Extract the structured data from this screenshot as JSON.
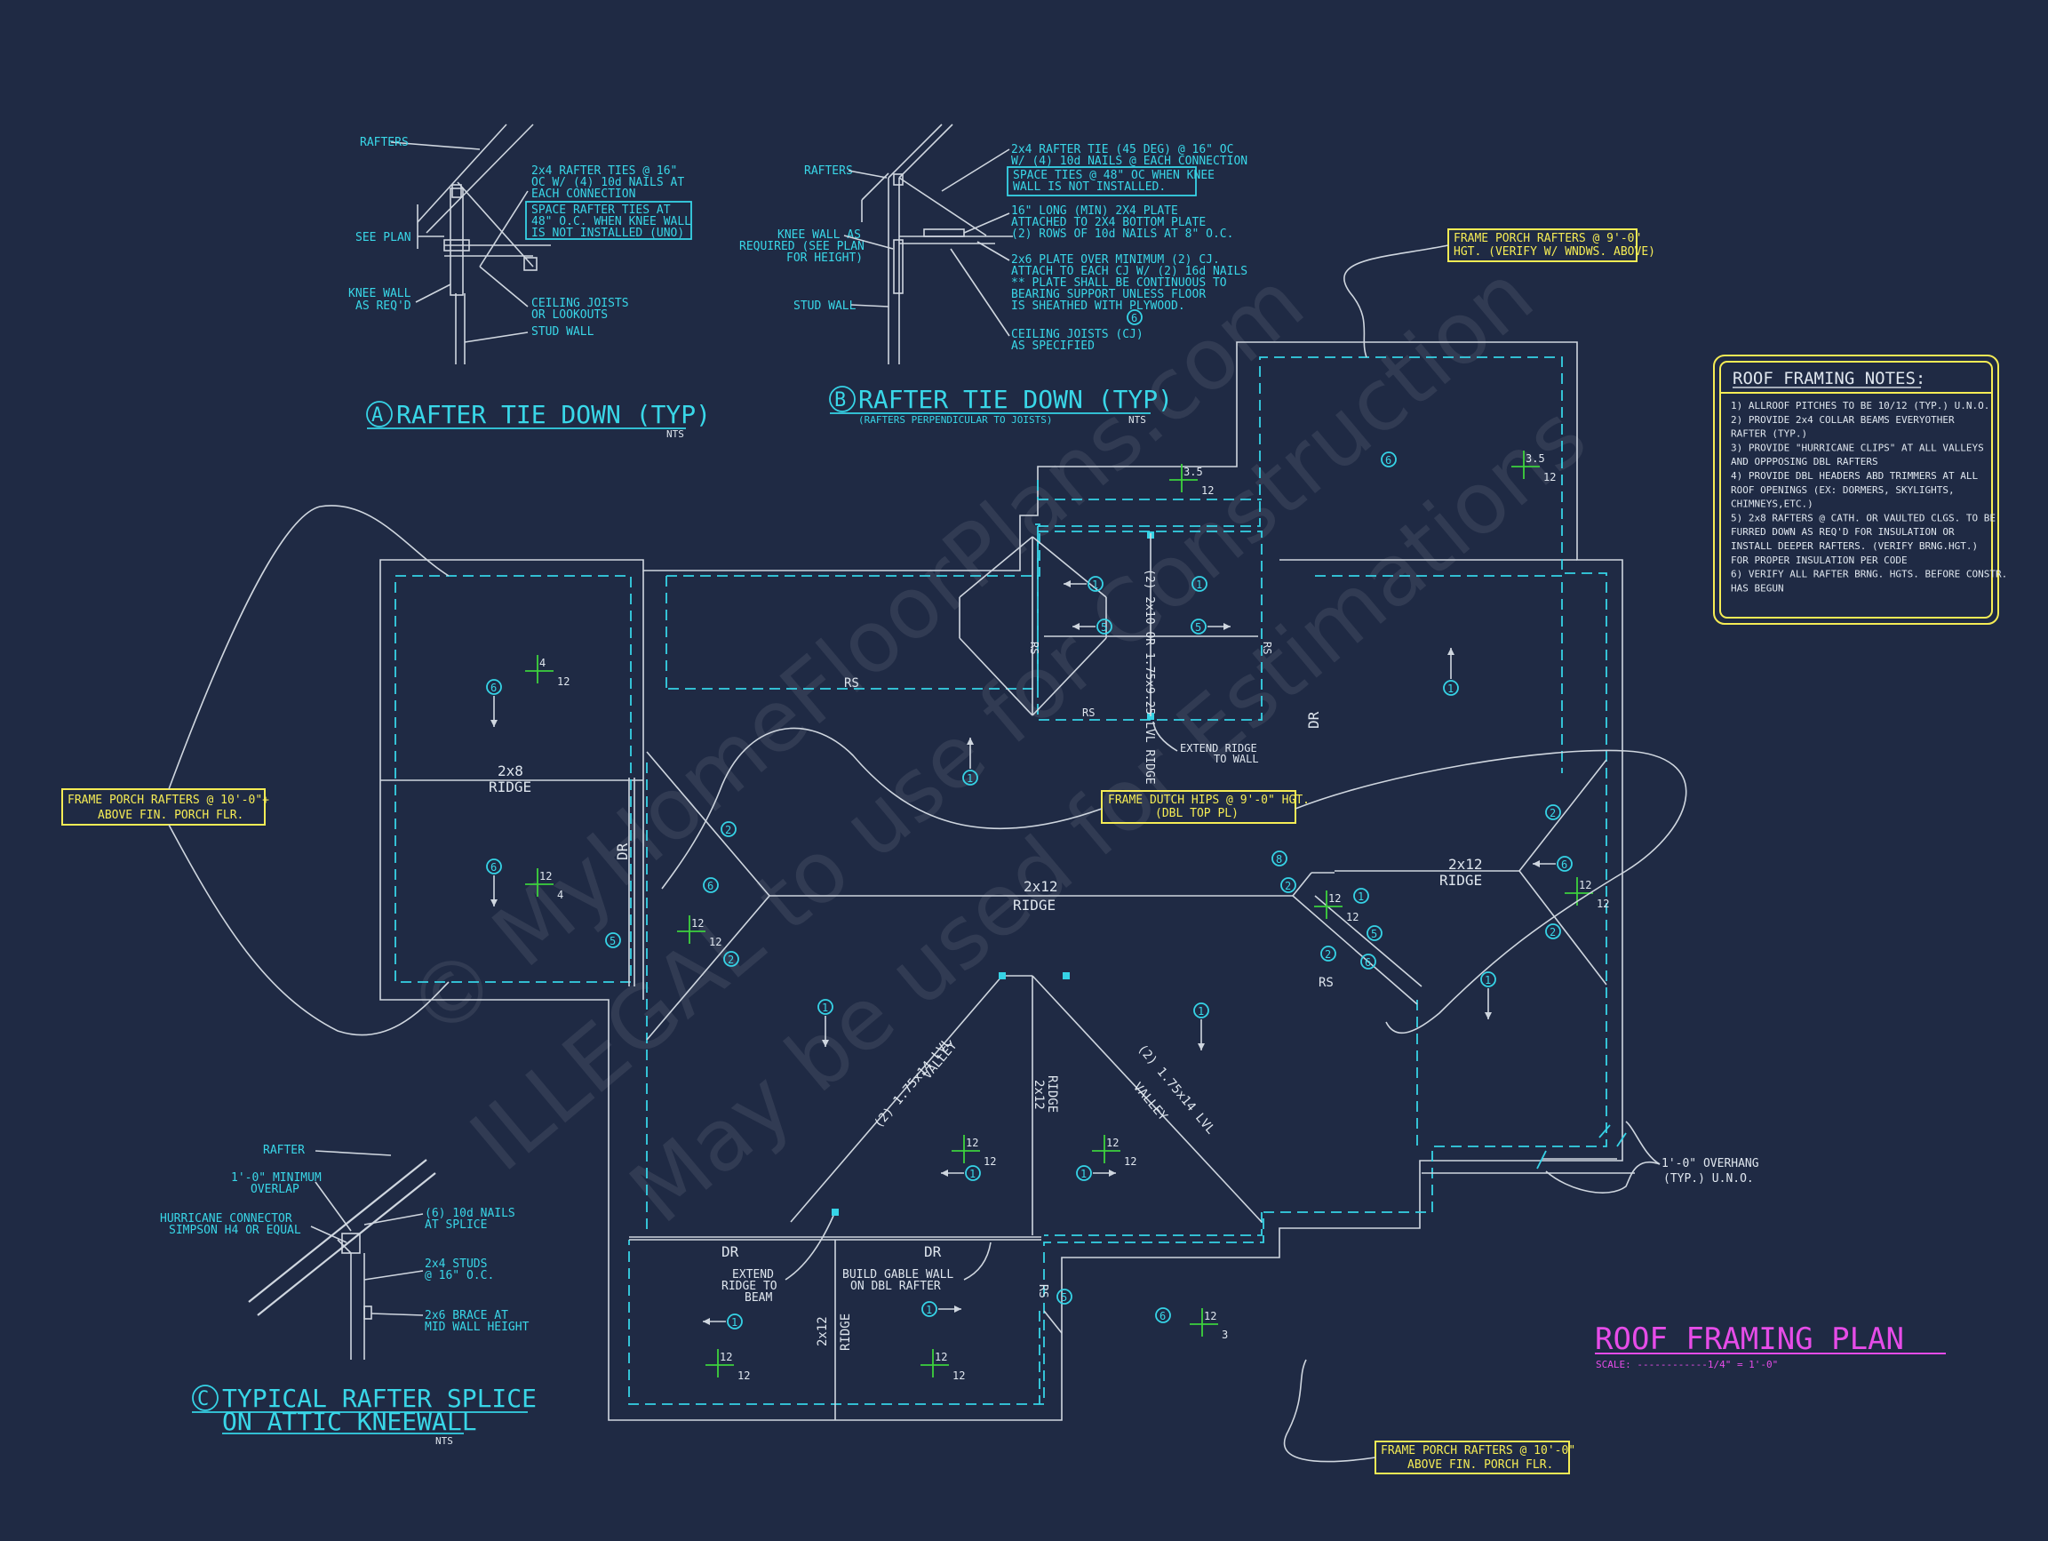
{
  "plan": {
    "title": "ROOF FRAMING PLAN",
    "scale": "SCALE: ------------1/4\" = 1'-0\"",
    "watermark_line1": "© MyHomeFloorPlans.com",
    "watermark_line2": "ILLEGAL to use for Construction",
    "watermark_line3": "May be used for Estimations"
  },
  "detail_a": {
    "marker": "A",
    "title": "RAFTER TIE DOWN (TYP)",
    "scale": "NTS",
    "labels": {
      "rafters": "RAFTERS",
      "see_plan": "SEE PLAN",
      "knee_wall_1": "KNEE WALL",
      "knee_wall_2": "AS REQ'D",
      "tie_1": "2x4 RAFTER TIES @ 16\"",
      "tie_2": "OC W/ (4) 10d NAILS AT",
      "tie_3": "EACH CONNECTION",
      "space_1": "SPACE RAFTER TIES AT",
      "space_2": "48\" O.C. WHEN KNEE WALL",
      "space_3": "IS NOT INSTALLED (UNO)",
      "ceiling_1": "CEILING JOISTS",
      "ceiling_2": "OR LOOKOUTS",
      "stud": "STUD WALL"
    }
  },
  "detail_b": {
    "marker": "B",
    "title": "RAFTER TIE DOWN (TYP)",
    "subtitle": "(RAFTERS PERPENDICULAR TO JOISTS)",
    "scale": "NTS",
    "labels": {
      "rafters": "RAFTERS",
      "knee_1": "KNEE WALL AS",
      "knee_2": "REQUIRED (SEE PLAN",
      "knee_3": "FOR HEIGHT)",
      "stud": "STUD WALL",
      "tie_1": "2x4 RAFTER TIE (45 DEG) @ 16\" OC",
      "tie_2": "W/ (4) 10d NAILS @ EACH CONNECTION",
      "space_1": "SPACE TIES @ 48\" OC WHEN KNEE",
      "space_2": "WALL IS NOT INSTALLED.",
      "plate_1": "16\" LONG (MIN) 2X4 PLATE",
      "plate_2": "ATTACHED TO 2X4 BOTTOM PLATE",
      "plate_3": "(2) ROWS OF 10d NAILS AT 8\" O.C.",
      "over_1": "2x6 PLATE OVER MINIMUM (2) CJ.",
      "over_2": "ATTACH TO EACH CJ W/ (2) 16d NAILS",
      "over_3": "** PLATE SHALL BE CONTINUOUS TO",
      "over_4": "BEARING SUPPORT UNLESS FLOOR",
      "over_5": "IS SHEATHED WITH PLYWOOD.",
      "cj_1": "CEILING JOISTS (CJ)",
      "cj_2": "AS SPECIFIED"
    }
  },
  "detail_c": {
    "marker": "C",
    "title_1": "TYPICAL RAFTER SPLICE",
    "title_2": "ON ATTIC KNEEWALL",
    "scale": "NTS",
    "labels": {
      "rafter": "RAFTER",
      "min_1": "1'-0\" MINIMUM",
      "min_2": "OVERLAP",
      "hc_1": "HURRICANE CONNECTOR",
      "hc_2": "SIMPSON H4 OR EQUAL",
      "nails_1": "(6) 10d NAILS",
      "nails_2": "AT SPLICE",
      "studs_1": "2x4 STUDS",
      "studs_2": "@ 16\" O.C.",
      "brace_1": "2x6 BRACE AT",
      "brace_2": "MID WALL HEIGHT"
    }
  },
  "notes": {
    "title": "ROOF FRAMING NOTES:",
    "lines": [
      "1) ALLROOF PITCHES TO BE  10/12 (TYP.) U.N.O.",
      "2) PROVIDE 2x4 COLLAR BEAMS EVERYOTHER",
      "   RAFTER (TYP.)",
      "3) PROVIDE \"HURRICANE CLIPS\" AT ALL VALLEYS",
      "   AND OPPPOSING DBL RAFTERS",
      "4) PROVIDE DBL HEADERS ABD TRIMMERS AT ALL",
      "   ROOF OPENINGS (EX: DORMERS, SKYLIGHTS,",
      "   CHIMNEYS,ETC.)",
      "5) 2x8 RAFTERS @ CATH. OR VAULTED CLGS. TO BE",
      "   FURRED DOWN AS REQ'D FOR INSULATION OR",
      "   INSTALL DEEPER RAFTERS.  (VERIFY BRNG.HGT.)",
      "   FOR PROPER INSULATION PER CODE",
      "6) VERIFY ALL RAFTER BRNG. HGTS. BEFORE CONSTR.",
      "   HAS BEGUN"
    ]
  },
  "callouts": {
    "porch_top_1": "FRAME PORCH RAFTERS @ 9'-0\"",
    "porch_top_2": "HGT. (VERIFY W/ WNDWS. ABOVE)",
    "porch_left_1": "FRAME PORCH RAFTERS @ 10'-0\"+",
    "porch_left_2": "ABOVE FIN. PORCH FLR.",
    "dutch_1": "FRAME DUTCH HIPS @ 9'-0\" HGT.",
    "dutch_2": "(DBL TOP PL)",
    "porch_bottom_1": "FRAME PORCH RAFTERS @ 10'-0\"",
    "porch_bottom_2": "ABOVE FIN. PORCH FLR.",
    "overhang_1": "1'-0\" OVERHANG",
    "overhang_2": "(TYP.) U.N.O."
  },
  "plan_labels": {
    "ridge_2x8": "2x8",
    "ridge": "RIDGE",
    "ridge_2x12": "2x12",
    "ridge_2x12_right": "2x12",
    "ridge_right": "RIDGE",
    "ridge_2x12_v": "2x12",
    "ridge_v": "RIDGE",
    "ridge_2x12_b": "2x12",
    "ridge_b": "RIDGE",
    "lvl_ridge": "(2) 2x10 OR 1.75x9.25 LVL RIDGE",
    "valley_l_1": "(2) 1.75x14 LVL",
    "valley_l_2": "VALLEY",
    "valley_r_1": "(2) 1.75x14 LVL",
    "valley_r_2": "VALLEY",
    "rs": "RS",
    "dr": "DR",
    "extend_ridge_wall_1": "EXTEND RIDGE",
    "extend_ridge_wall_2": "TO WALL",
    "extend_beam_1": "EXTEND",
    "extend_beam_2": "RIDGE TO",
    "extend_beam_3": "BEAM",
    "gable_1": "BUILD GABLE WALL",
    "gable_2": "ON DBL RAFTER",
    "rafter_num_1": "1",
    "rafter_num_2": "2",
    "rafter_num_5": "5",
    "rafter_num_6": "6",
    "rafter_num_8": "8",
    "pitch_12": "12",
    "pitch_4": "4",
    "pitch_3": "3",
    "pitch_35": "3.5"
  }
}
